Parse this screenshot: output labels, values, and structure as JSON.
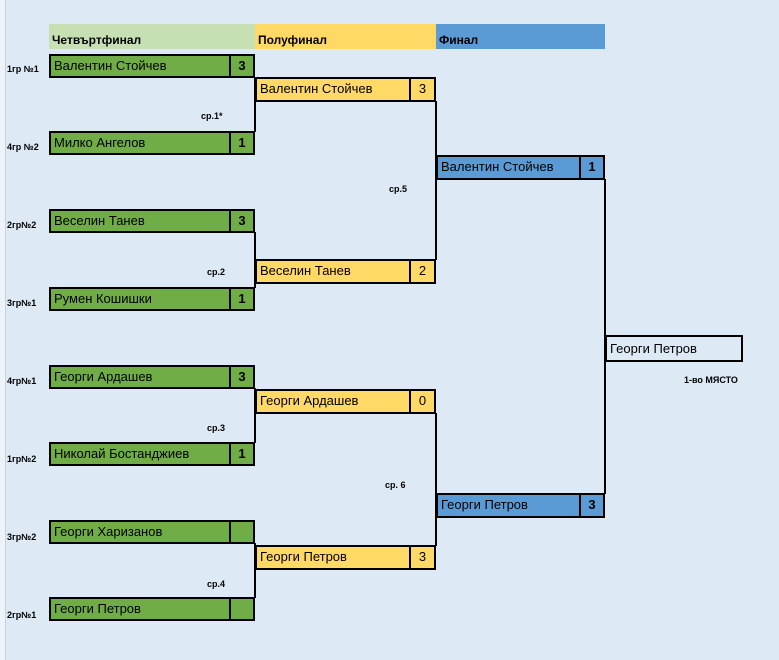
{
  "headers": {
    "quarter": "Четвъртфинал",
    "semi": "Полуфинал",
    "final": "Финал"
  },
  "quarterfinals": [
    {
      "seed": "1гр №1",
      "name": "Валентин Стойчев",
      "score": "3"
    },
    {
      "seed": "4гр №2",
      "name": "Милко Ангелов",
      "score": "1"
    },
    {
      "seed": "2гр№2",
      "name": "Веселин Танев",
      "score": "3"
    },
    {
      "seed": "3гр№1",
      "name": "Румен Кошишки",
      "score": "1"
    },
    {
      "seed": "4гр№1",
      "name": "Георги Ардашев",
      "score": "3"
    },
    {
      "seed": "1гр№2",
      "name": "Николай Бостанджиев",
      "score": "1"
    },
    {
      "seed": "3гр№2",
      "name": "Георги Харизанов",
      "score": ""
    },
    {
      "seed": "2гр№1",
      "name": "Георги Петров",
      "score": ""
    }
  ],
  "quarter_matches": [
    "ср.1*",
    "ср.2",
    "ср.3",
    "ср.4"
  ],
  "semifinals": [
    {
      "name": "Валентин Стойчев",
      "score": "3"
    },
    {
      "name": "Веселин Танев",
      "score": "2"
    },
    {
      "name": "Георги Ардашев",
      "score": "0"
    },
    {
      "name": "Георги Петров",
      "score": "3"
    }
  ],
  "semi_matches": [
    "ср.5",
    "ср. 6"
  ],
  "finals": [
    {
      "name": "Валентин Стойчев",
      "score": "1"
    },
    {
      "name": "Георги Петров",
      "score": "3"
    }
  ],
  "winner": {
    "name": "Георги Петров",
    "label": "1-во МЯСТО"
  },
  "colors": {
    "quarter_header": "#c6e0b4",
    "semi_header": "#ffd966",
    "final_header": "#5b9bd5",
    "quarter_box": "#70ad47",
    "semi_box": "#ffd966",
    "final_box": "#5b9bd5",
    "background": "#dde9f5"
  }
}
